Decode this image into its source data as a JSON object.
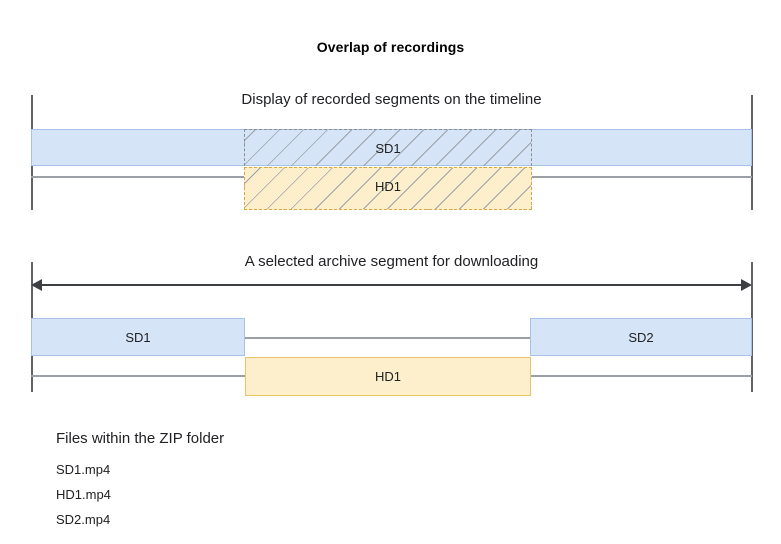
{
  "title": "Overlap of recordings",
  "sections": [
    {
      "caption": "Display of recorded segments on the timeline",
      "bars": [
        {
          "label": "SD1",
          "kind": "blue"
        },
        {
          "label": "HD1",
          "kind": "yellow"
        }
      ]
    },
    {
      "caption": "A selected archive segment for downloading",
      "bars": [
        {
          "label": "SD1",
          "kind": "blue"
        },
        {
          "label": "SD2",
          "kind": "blue"
        },
        {
          "label": "HD1",
          "kind": "yellow"
        }
      ]
    }
  ],
  "files": {
    "heading": "Files within the ZIP folder",
    "items": [
      "SD1.mp4",
      "HD1.mp4",
      "SD2.mp4"
    ]
  },
  "colors": {
    "blue_fill": "#d6e4f7",
    "blue_stroke": "#a7c2e8",
    "yellow_fill": "#fdefcb",
    "yellow_stroke": "#e8c468",
    "axis": "#5f6368",
    "baseline": "#9aa0a6",
    "text": "#202124",
    "arrow": "#3c4043"
  }
}
